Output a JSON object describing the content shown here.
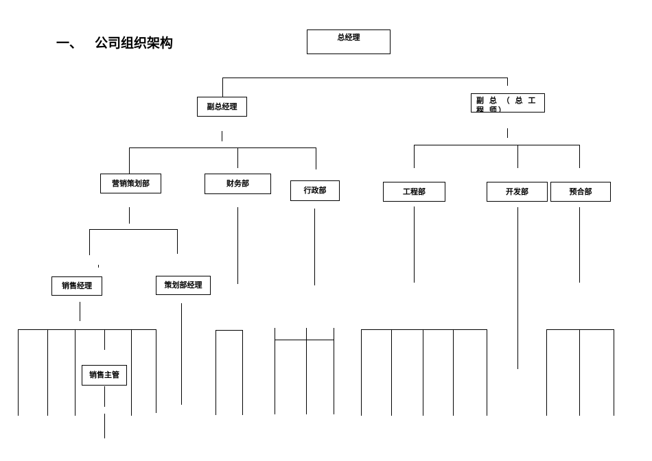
{
  "document": {
    "heading_number": "一、",
    "heading_title": "公司组织架构"
  },
  "org": {
    "gm": "总经理",
    "deputy_gm": "副总经理",
    "deputy_chief_engineer": "副 总 （ 总 工 程 师）",
    "marketing_planning_dept": "营销策划部",
    "finance_dept": "财务部",
    "admin_dept": "行政部",
    "engineering_dept": "工程部",
    "development_dept": "开发部",
    "budget_dept": "预合部",
    "sales_manager": "销售经理",
    "planning_manager": "策划部经理",
    "sales_supervisor": "销售主管"
  }
}
